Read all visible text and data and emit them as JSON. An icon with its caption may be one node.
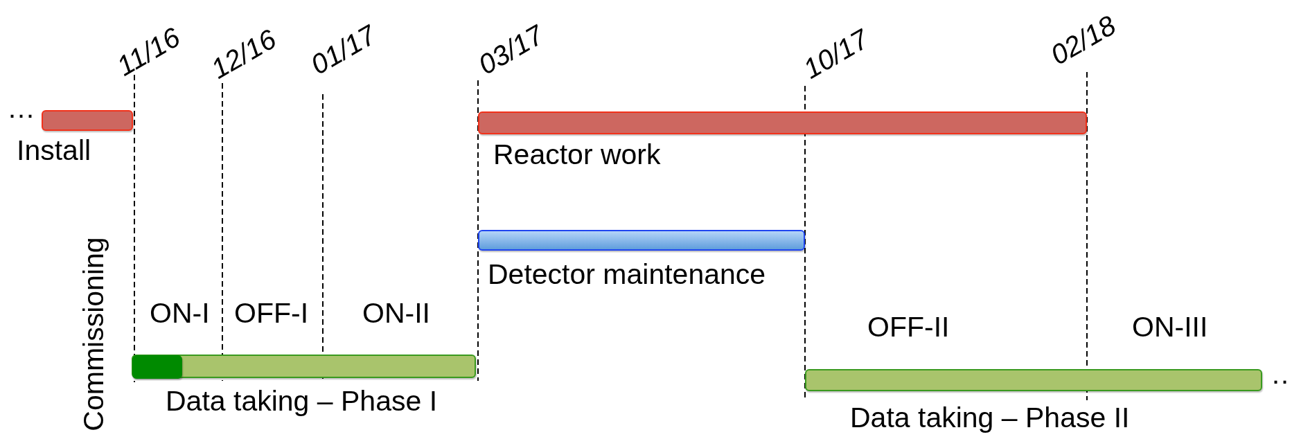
{
  "diagram": {
    "nodes": [
      {
        "text": [
          "Install"
        ]
      },
      {
        "text": [
          "Reactor work"
        ]
      },
      {
        "text": [
          "Detector maintenance"
        ]
      },
      {
        "text": [
          "Data taking – Phase I"
        ]
      },
      {
        "text": [],
        "shape": "bar",
        "in": 3,
        "beside": [
          "Commissioning"
        ]
      },
      {
        "text": [
          "Data taking – Phase II"
        ]
      }
    ],
    "edges": [],
    "labels": [
      "11/16",
      "12/16",
      "01/17",
      "03/17",
      "10/17",
      "02/18",
      "…",
      "ON-I",
      "OFF-I",
      "ON-II",
      "OFF-II",
      "ON-III",
      "…"
    ]
  }
}
